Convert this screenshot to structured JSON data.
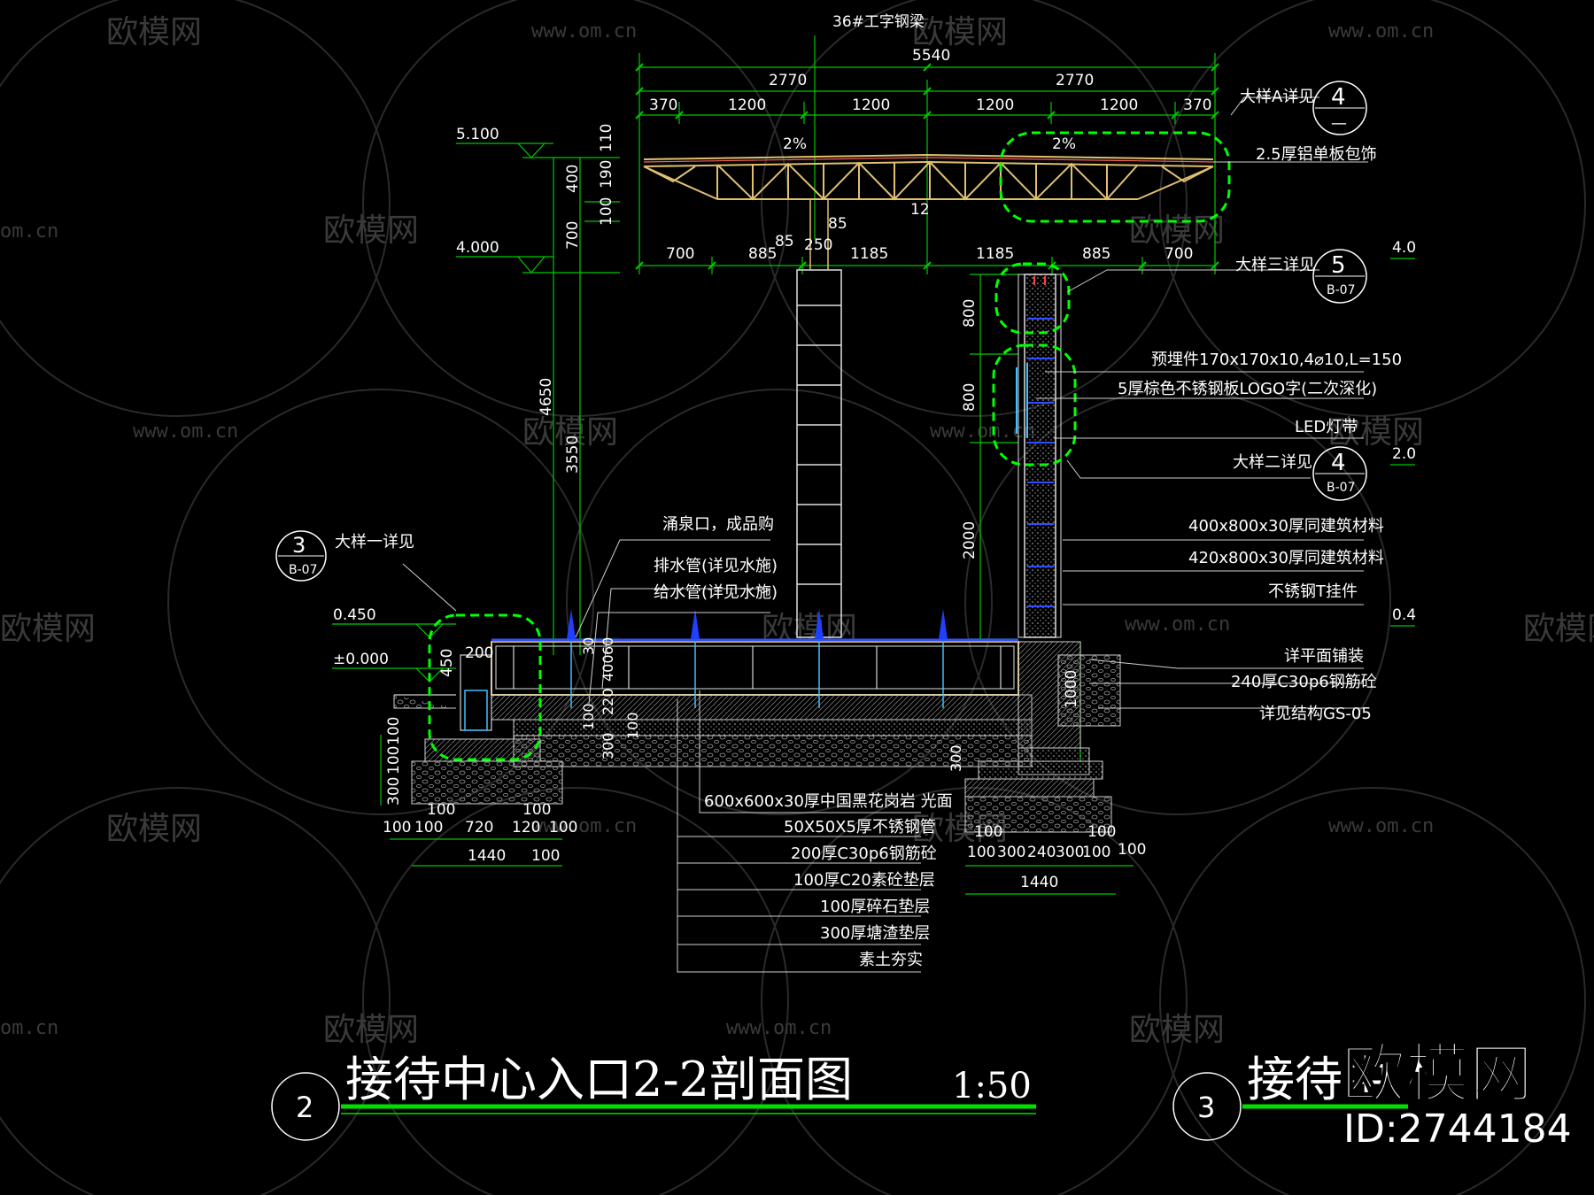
{
  "drawing": {
    "title": "接待中心入口2-2剖面图",
    "scale": "1:50",
    "section_no": "2",
    "next_title": "接待中",
    "next_no": "3"
  },
  "watermark": {
    "brand": "欧模网",
    "url": "www.om.cn",
    "url_short": "om.cn",
    "corner_brand": "欧模网",
    "corner_id": "ID:2744184"
  },
  "beam_label": "36#工字钢梁",
  "dimensions": {
    "overall": "5540",
    "halves": [
      "2770",
      "2770"
    ],
    "segments": [
      "370",
      "1200",
      "1200",
      "1200",
      "1200",
      "370"
    ],
    "lower_segments": [
      "700",
      "885",
      "85",
      "250",
      "85",
      "1185",
      "1185",
      "885",
      "700",
      "12"
    ],
    "slope": "2%",
    "vertical_left": [
      "110",
      "190",
      "100",
      "400",
      "700",
      "4650",
      "3550"
    ],
    "vertical_right": [
      "800",
      "800",
      "2000",
      "1000"
    ],
    "base_left": [
      "100",
      "100",
      "100",
      "720",
      "120",
      "100",
      "100",
      "1440",
      "100"
    ],
    "base_left_v": [
      "100",
      "100",
      "300",
      "450",
      "200"
    ],
    "base_mid": [
      "30",
      "60",
      "400",
      "220",
      "100",
      "300",
      "100",
      "300"
    ],
    "base_right": [
      "100",
      "100",
      "300",
      "240",
      "300",
      "100",
      "100",
      "100",
      "1440"
    ]
  },
  "levels": [
    "5.100",
    "4.000",
    "0.450",
    "±0.000"
  ],
  "right_levels": [
    "4.0",
    "2.0",
    "0.4"
  ],
  "callouts_right": [
    "大样A详见",
    "2.5厚铝单板包饰",
    "大样三详见",
    "预埋件170x170x10,4⌀10,L=150",
    "5厚棕色不锈钢板LOGO字(二次深化)",
    "LED灯带",
    "大样二详见",
    "400x800x30厚同建筑材料",
    "420x800x30厚同建筑材料",
    "不锈钢T挂件",
    "详平面铺装",
    "240厚C30p6钢筋砼",
    "详见结构GS-05"
  ],
  "callouts_left": [
    "大样一详见",
    "涌泉口，成品购",
    "排水管(详见水施)",
    "给水管(详见水施)"
  ],
  "callouts_bottom": [
    "600x600x30厚中国黑花岗岩 光面",
    "50X50X5厚不锈钢管",
    "200厚C30p6钢筋砼",
    "100厚C20素砼垫层",
    "100厚碎石垫层",
    "300厚塘渣垫层",
    "素土夯实"
  ],
  "detail_markers": [
    {
      "num": "4",
      "ref": "—"
    },
    {
      "num": "5",
      "ref": "B-07"
    },
    {
      "num": "4",
      "ref": "B-07"
    },
    {
      "num": "3",
      "ref": "B-07"
    }
  ]
}
